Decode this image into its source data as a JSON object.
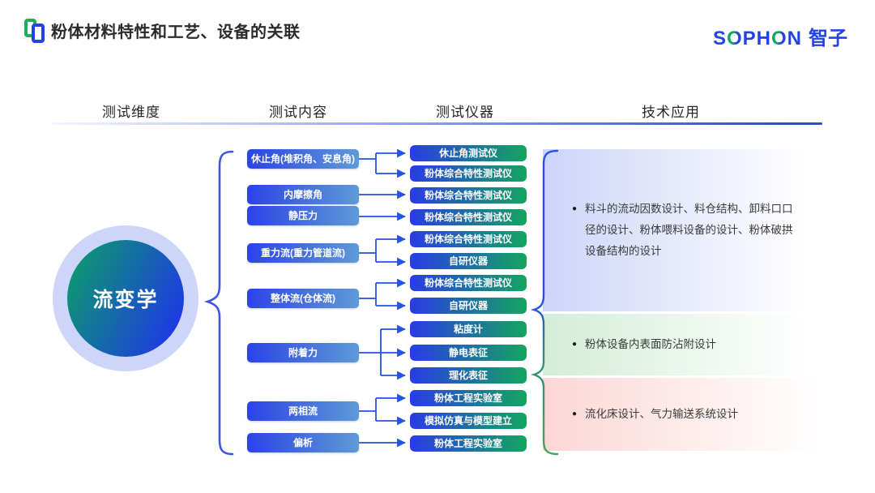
{
  "header": {
    "title": "粉体材料特性和工艺、设备的关联",
    "logo": {
      "s": "S",
      "o1": "O",
      "ph": "PH",
      "o2": "O",
      "n": "N",
      "cn": "智子"
    }
  },
  "columns": {
    "dimension": "测试维度",
    "content": "测试内容",
    "instrument": "测试仪器",
    "application": "技术应用"
  },
  "dimension": {
    "label": "流变学"
  },
  "contents": {
    "items": [
      {
        "label": "休止角(堆积角、安息角)"
      },
      {
        "label": "内摩擦角"
      },
      {
        "label": "静压力"
      },
      {
        "label": "重力流(重力管道流)"
      },
      {
        "label": "整体流(仓体流)"
      },
      {
        "label": "附着力"
      },
      {
        "label": "两相流"
      },
      {
        "label": "偏析"
      }
    ]
  },
  "instruments": {
    "items": [
      {
        "label": "休止角测试仪"
      },
      {
        "label": "粉体综合特性测试仪"
      },
      {
        "label": "粉体综合特性测试仪"
      },
      {
        "label": "粉体综合特性测试仪"
      },
      {
        "label": "粉体综合特性测试仪"
      },
      {
        "label": "自研仪器"
      },
      {
        "label": "粉体综合特性测试仪"
      },
      {
        "label": "自研仪器"
      },
      {
        "label": "粘度计"
      },
      {
        "label": "静电表征"
      },
      {
        "label": "理化表征"
      },
      {
        "label": "粉体工程实验室"
      },
      {
        "label": "模拟仿真与模型建立"
      },
      {
        "label": "粉体工程实验室"
      }
    ]
  },
  "applications": {
    "items": [
      {
        "bullet": "●",
        "text": "料斗的流动因数设计、料仓结构、卸料口口径的设计、粉体喂料设备的设计、粉体破拱设备结构的设计",
        "tone": "blue"
      },
      {
        "bullet": "●",
        "text": "粉体设备内表面防沾附设计",
        "tone": "green"
      },
      {
        "bullet": "●",
        "text": "流化床设计、气力输送系统设计",
        "tone": "red"
      }
    ]
  },
  "connections": [
    {
      "from": "休止角(堆积角、安息角)",
      "to": [
        "休止角测试仪",
        "粉体综合特性测试仪"
      ]
    },
    {
      "from": "内摩擦角",
      "to": [
        "粉体综合特性测试仪"
      ]
    },
    {
      "from": "静压力",
      "to": [
        "粉体综合特性测试仪"
      ]
    },
    {
      "from": "重力流(重力管道流)",
      "to": [
        "粉体综合特性测试仪",
        "自研仪器"
      ]
    },
    {
      "from": "整体流(仓体流)",
      "to": [
        "粉体综合特性测试仪",
        "自研仪器"
      ]
    },
    {
      "from": "附着力",
      "to": [
        "粘度计",
        "静电表征",
        "理化表征"
      ]
    },
    {
      "from": "两相流",
      "to": [
        "粉体工程实验室",
        "模拟仿真与模型建立"
      ]
    },
    {
      "from": "偏析",
      "to": [
        "粉体工程实验室"
      ]
    }
  ],
  "colors": {
    "accent_blue": "#2443e0",
    "accent_green": "#14a55f",
    "arrow_blue": "#2553e2",
    "panel_blue": "#cdd4f8",
    "panel_green": "#d3edd8",
    "panel_red": "#fcd6d6",
    "circle_green": "#0ba264",
    "circle_blue": "#1e3ae4"
  }
}
